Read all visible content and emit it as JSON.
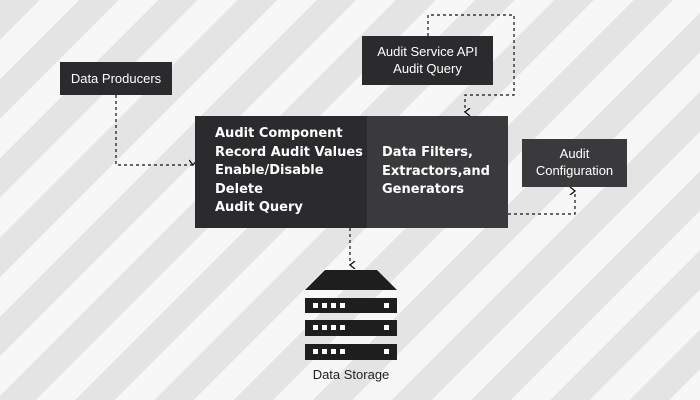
{
  "nodes": {
    "data_producers": "Data Producers",
    "audit_service_api": [
      "Audit Service API",
      "Audit Query"
    ],
    "audit_component": [
      "Audit Component",
      "Record Audit Values",
      "Enable/Disable",
      "Delete",
      "Audit Query"
    ],
    "data_filters": [
      "Data Filters,",
      "Extractors,and",
      "Generators"
    ],
    "audit_configuration": [
      "Audit",
      "Configuration"
    ],
    "data_storage": "Data Storage"
  },
  "colors": {
    "box_dark": "#2b2b2e",
    "box_mid": "#3a3a3d",
    "text": "#ffffff"
  }
}
